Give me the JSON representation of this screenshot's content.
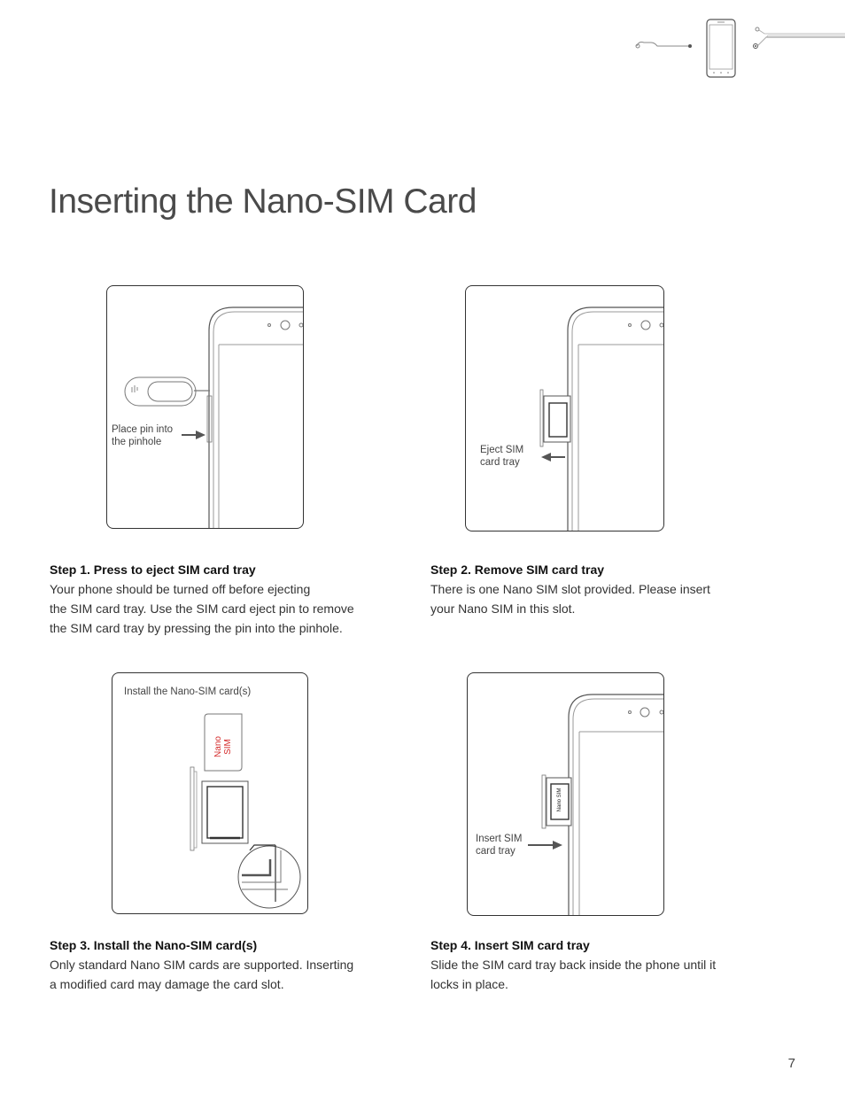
{
  "page": {
    "title": "Inserting the Nano-SIM Card",
    "page_number": "7"
  },
  "panels": {
    "p1_caption_line1": "Place pin into",
    "p1_caption_line2": "the pinhole",
    "p2_caption_line1": "Eject SIM",
    "p2_caption_line2": "card tray",
    "p3_caption": "Install the Nano-SIM card(s)",
    "p3_sim_label": "Nano SIM",
    "p4_sim_label": "Nano SIM",
    "p4_caption_line1": "Insert SIM",
    "p4_caption_line2": "card tray"
  },
  "steps": [
    {
      "heading": "Step 1. Press to eject SIM card tray",
      "line1": "Your phone should be turned off before ejecting",
      "line2": "the SIM card tray. Use the SIM card eject pin to remove",
      "line3": "the SIM card tray by pressing the pin into the pinhole."
    },
    {
      "heading": "Step 2. Remove SIM card tray",
      "line1": "There is one Nano SIM slot provided. Please insert",
      "line2": "your Nano SIM in this slot."
    },
    {
      "heading": "Step 3. Install the Nano-SIM card(s)",
      "line1": "Only standard Nano SIM cards are supported. Inserting",
      "line2": "a modified card may damage the card slot."
    },
    {
      "heading": "Step 4. Insert SIM card tray",
      "line1": "Slide the SIM card tray back inside the phone until it",
      "line2": "locks in place."
    }
  ],
  "colors": {
    "sim_label": "#d42a2a",
    "line_art": "#555555"
  }
}
